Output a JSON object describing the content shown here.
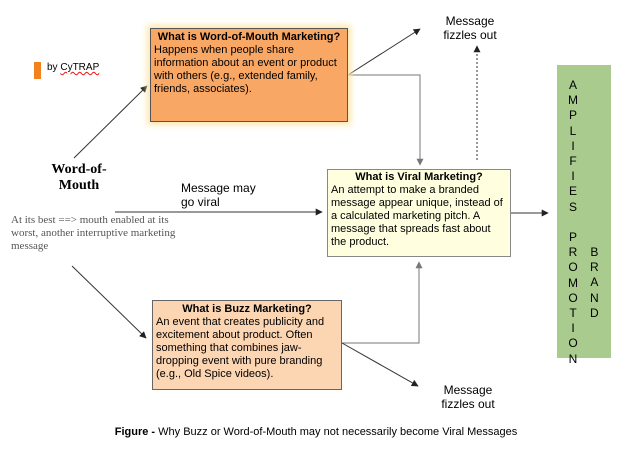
{
  "logo": {
    "by": "by",
    "brand": "CyTRAP"
  },
  "word_of_mouth": {
    "title": "Word-of-Mouth",
    "subtitle": "At its best ==> mouth enabled at its worst, another interruptive marketing message"
  },
  "wom_box": {
    "heading": "What is Word-of-Mouth Marketing?",
    "body": "Happens when people share information about an event or product with others (e.g., extended family, friends, associates).",
    "color": "#f9a764"
  },
  "viral_box": {
    "heading": "What is Viral Marketing?",
    "body": "An attempt to make a branded message appear unique, instead of a calculated marketing pitch. A message that spreads fast about the product.",
    "color": "#ffffdf"
  },
  "buzz_box": {
    "heading": "What is Buzz Marketing?",
    "body": "An event that creates publicity and excitement about product. Often something that combines jaw-dropping event with pure branding (e.g., Old Spice videos).",
    "color": "#fcd5b3"
  },
  "labels": {
    "fizzle_top": "Message fizzles out",
    "go_viral": "Message may go viral",
    "fizzle_bottom": "Message fizzles out"
  },
  "brand_bar": {
    "col1": "AMPLIFIES PROMOTION",
    "col2": "BRAND",
    "color": "#a9cc8e"
  },
  "caption": {
    "label": "Figure -",
    "text": "Why Buzz or Word-of-Mouth may not necessarily become Viral Messages"
  }
}
